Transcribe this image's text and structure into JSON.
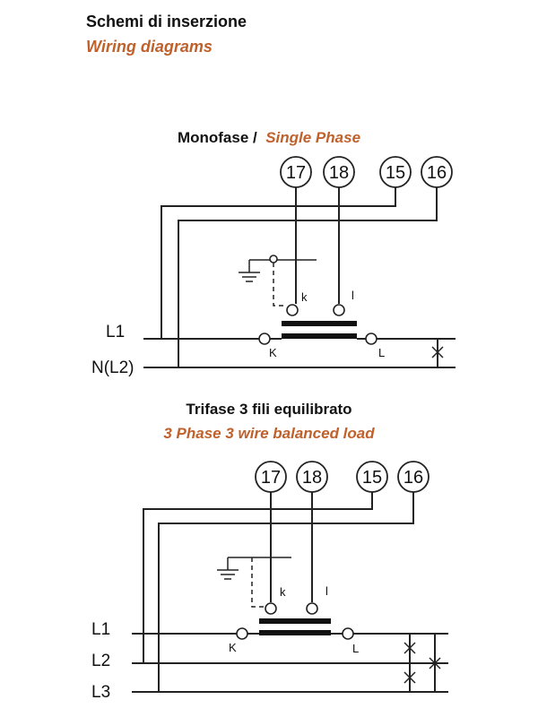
{
  "header": {
    "title": "Schemi di inserzione",
    "subtitle": "Wiring diagrams"
  },
  "colors": {
    "accent": "#c0612c",
    "ink": "#111111"
  },
  "single_phase": {
    "title_it": "Monofase /",
    "title_en": "Single Phase",
    "terminals": [
      "17",
      "18",
      "15",
      "16"
    ],
    "ct_secondary": [
      "k",
      "l"
    ],
    "ct_primary": [
      "K",
      "L"
    ],
    "lines": [
      "L1",
      "N(L2)"
    ]
  },
  "three_phase": {
    "title_it": "Trifase 3 fili equilibrato",
    "title_en": "3 Phase 3 wire balanced load",
    "terminals": [
      "17",
      "18",
      "15",
      "16"
    ],
    "ct_secondary": [
      "k",
      "l"
    ],
    "ct_primary": [
      "K",
      "L"
    ],
    "lines": [
      "L1",
      "L2",
      "L3"
    ]
  }
}
